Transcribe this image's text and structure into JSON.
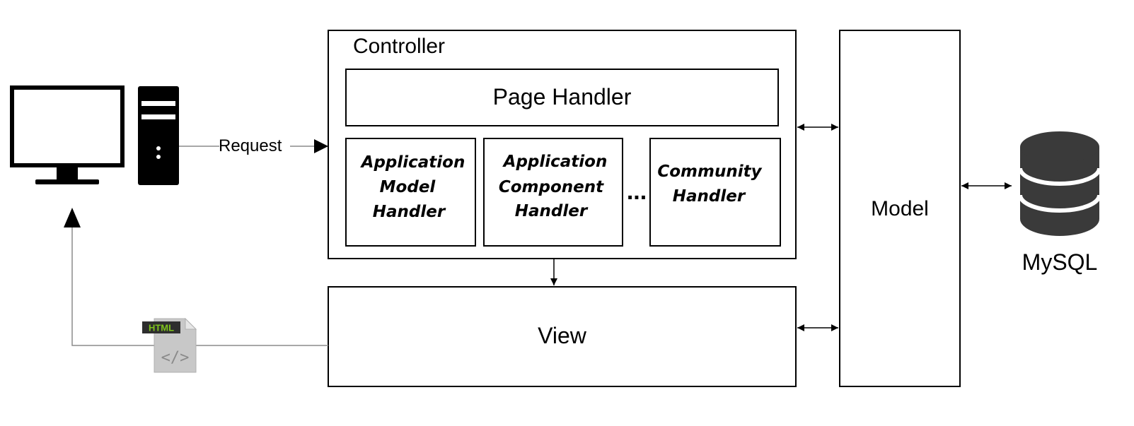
{
  "controller": {
    "title": "Controller",
    "page_handler": "Page Handler",
    "handlers": [
      {
        "lines": [
          "Application",
          "Model",
          "Handler"
        ]
      },
      {
        "lines": [
          "Application",
          "Component",
          "Handler"
        ]
      },
      {
        "lines": [
          "Community",
          "Handler"
        ]
      }
    ],
    "ellipsis": "..."
  },
  "view": {
    "label": "View"
  },
  "model": {
    "label": "Model"
  },
  "database": {
    "label": "MySQL",
    "icon": "database-icon"
  },
  "client": {
    "request_label": "Request",
    "icons": [
      "monitor-icon",
      "computer-tower-icon"
    ]
  },
  "response": {
    "file_badge": "HTML",
    "file_glyph": "</>",
    "icon": "html-file-icon"
  },
  "colors": {
    "stroke": "#000000",
    "connector": "#8c8c8c",
    "file_gray": "#c8c8c8",
    "badge_green": "#7ec31c",
    "db": "#3a3a3a"
  }
}
